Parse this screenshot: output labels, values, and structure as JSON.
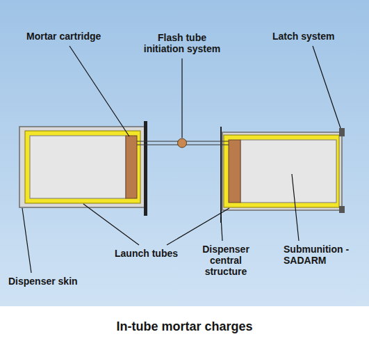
{
  "diagram": {
    "caption": "In-tube mortar charges",
    "labels": [
      "Mortar cartridge",
      "Flash tube initiation system",
      "Latch system",
      "Launch tubes",
      "Dispenser central structure",
      "Submunition - SADARM",
      "Dispenser skin"
    ]
  }
}
